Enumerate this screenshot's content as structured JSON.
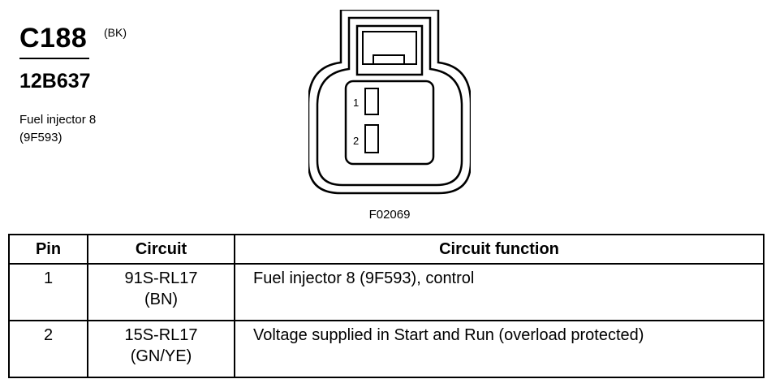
{
  "connector": {
    "id": "C188",
    "color": "(BK)",
    "part_number": "12B637",
    "description_line1": "Fuel injector 8",
    "description_line2": "(9F593)"
  },
  "figure": {
    "code": "F02069",
    "pin1_label": "1",
    "pin2_label": "2"
  },
  "table": {
    "headers": [
      "Pin",
      "Circuit",
      "Circuit function"
    ],
    "rows": [
      {
        "pin": "1",
        "circuit": "91S-RL17",
        "wire_color": "(BN)",
        "function": "Fuel injector 8 (9F593), control"
      },
      {
        "pin": "2",
        "circuit": "15S-RL17",
        "wire_color": "(GN/YE)",
        "function": "Voltage supplied in Start and Run (overload protected)"
      }
    ]
  }
}
